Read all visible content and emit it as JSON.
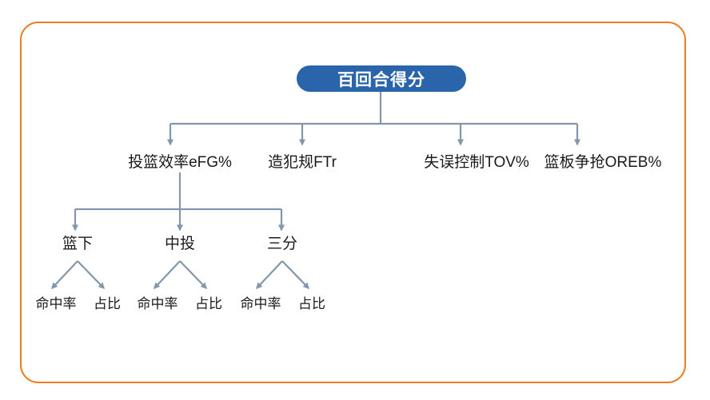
{
  "diagram": {
    "title_node": {
      "label": "百回合得分",
      "color": "#2A64AB",
      "text_color": "#ffffff"
    },
    "frame": {
      "border_color": "#ED7D1F"
    },
    "connector": {
      "color": "#8496A9"
    },
    "level2": [
      {
        "label": "投篮效率eFG%"
      },
      {
        "label": "造犯规FTr"
      },
      {
        "label": "失误控制TOV%"
      },
      {
        "label": "篮板争抢OREB%"
      }
    ],
    "level3": [
      {
        "label": "篮下"
      },
      {
        "label": "中投"
      },
      {
        "label": "三分"
      }
    ],
    "level4": [
      {
        "label": "命中率"
      },
      {
        "label": "占比"
      },
      {
        "label": "命中率"
      },
      {
        "label": "占比"
      },
      {
        "label": "命中率"
      },
      {
        "label": "占比"
      }
    ]
  }
}
